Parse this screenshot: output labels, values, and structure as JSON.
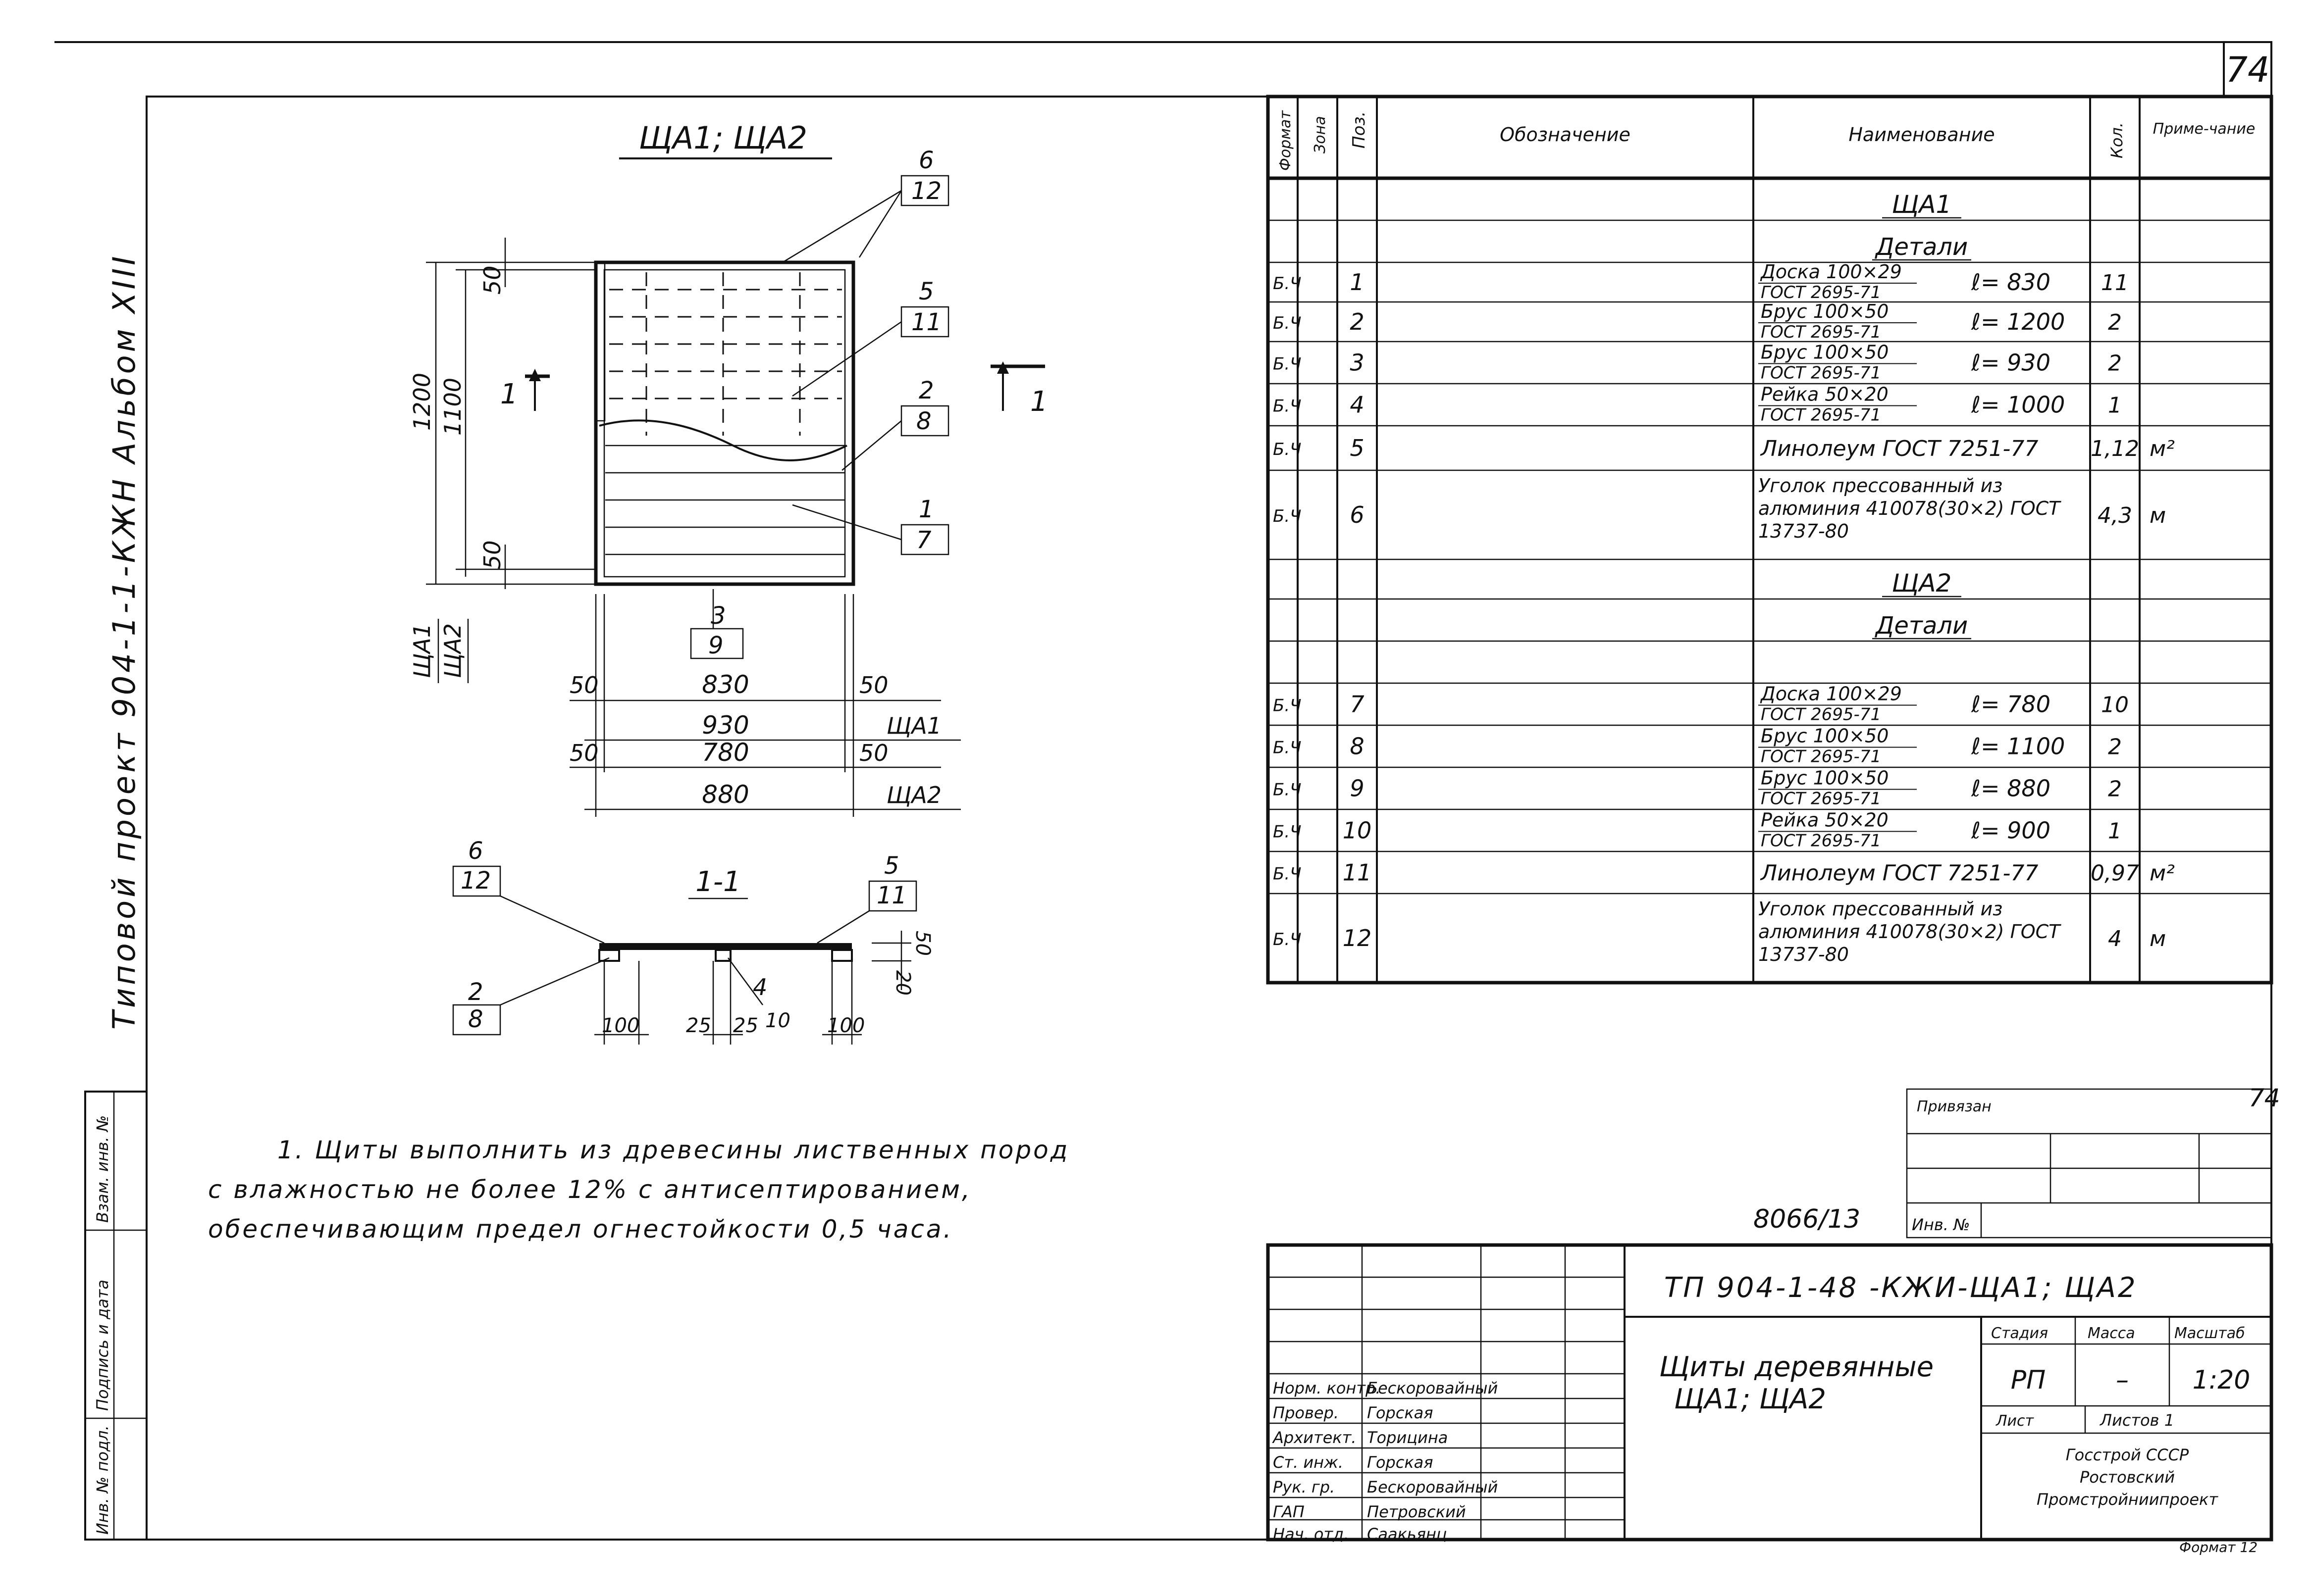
{
  "sheet_number": "74",
  "side_title": "Типовой проект 904-1-1-КЖН Альбом XIII",
  "drawing": {
    "plan_title": "ЩА1; ЩА2",
    "section_title": "1-1",
    "section_mark": "1",
    "callouts": [
      {
        "pos": "6",
        "ref": "12"
      },
      {
        "pos": "5",
        "ref": "11"
      },
      {
        "pos": "2",
        "ref": "8"
      },
      {
        "pos": "1",
        "ref": "7"
      },
      {
        "pos": "3",
        "ref": "9"
      }
    ],
    "dims": {
      "h_total": "1200",
      "h_inner": "1100",
      "h_top": "50",
      "h_bottom": "50",
      "w_830": "830",
      "w_930": "930",
      "w_780": "780",
      "w_880": "880",
      "side_50": "50",
      "sec_100": "100",
      "sec_25": "25",
      "sec_10": "10",
      "sec_20": "20",
      "sec_50": "50",
      "sec_4": "4"
    },
    "row_labels": {
      "a1": "ЩА1",
      "a2": "ЩА2"
    }
  },
  "notes": [
    "1. Щиты выполнить из древесины лиственных пород",
    "с влажностью не более 12% с антисептированием,",
    "обеспечивающим предел огнестойкости 0,5 часа."
  ],
  "spec": {
    "headers": {
      "format": "Формат",
      "zone": "Зона",
      "pos": "Поз.",
      "designation": "Обозначение",
      "name": "Наименование",
      "qty": "Кол.",
      "note": "Приме-чание"
    },
    "group1_title": "ЩА1",
    "group1_sub": "Детали",
    "group2_title": "ЩА2",
    "group2_sub": "Детали",
    "rows1": [
      {
        "fmt": "Б.Ч",
        "pos": "1",
        "name": "Доска 100×29",
        "gost": "ГОСТ 2695-71",
        "len": "ℓ= 830",
        "qty": "11",
        "note": ""
      },
      {
        "fmt": "Б.Ч",
        "pos": "2",
        "name": "Брус 100×50",
        "gost": "ГОСТ 2695-71",
        "len": "ℓ= 1200",
        "qty": "2",
        "note": ""
      },
      {
        "fmt": "Б.Ч",
        "pos": "3",
        "name": "Брус 100×50",
        "gost": "ГОСТ 2695-71",
        "len": "ℓ= 930",
        "qty": "2",
        "note": ""
      },
      {
        "fmt": "Б.Ч",
        "pos": "4",
        "name": "Рейка 50×20",
        "gost": "ГОСТ 2695-71",
        "len": "ℓ= 1000",
        "qty": "1",
        "note": ""
      },
      {
        "fmt": "Б.Ч",
        "pos": "5",
        "name": "Линолеум ГОСТ 7251-77",
        "gost": "",
        "len": "",
        "qty": "1,12",
        "note": "м²"
      },
      {
        "fmt": "Б.Ч",
        "pos": "6",
        "name": "Уголок прессованный из алюминия 410078(30×2) ГОСТ 13737-80",
        "gost": "",
        "len": "",
        "qty": "4,3",
        "note": "м"
      }
    ],
    "rows2": [
      {
        "fmt": "Б.Ч",
        "pos": "7",
        "name": "Доска 100×29",
        "gost": "ГОСТ 2695-71",
        "len": "ℓ= 780",
        "qty": "10",
        "note": ""
      },
      {
        "fmt": "Б.Ч",
        "pos": "8",
        "name": "Брус 100×50",
        "gost": "ГОСТ 2695-71",
        "len": "ℓ= 1100",
        "qty": "2",
        "note": ""
      },
      {
        "fmt": "Б.Ч",
        "pos": "9",
        "name": "Брус 100×50",
        "gost": "ГОСТ 2695-71",
        "len": "ℓ= 880",
        "qty": "2",
        "note": ""
      },
      {
        "fmt": "Б.Ч",
        "pos": "10",
        "name": "Рейка 50×20",
        "gost": "ГОСТ 2695-71",
        "len": "ℓ= 900",
        "qty": "1",
        "note": ""
      },
      {
        "fmt": "Б.Ч",
        "pos": "11",
        "name": "Линолеум ГОСТ 7251-77",
        "gost": "",
        "len": "",
        "qty": "0,97",
        "note": "м²"
      },
      {
        "fmt": "Б.Ч",
        "pos": "12",
        "name": "Уголок прессованный из алюминия 410078(30×2) ГОСТ 13737-80",
        "gost": "",
        "len": "",
        "qty": "4",
        "note": "м"
      }
    ]
  },
  "binding": {
    "label": "Привязан",
    "sheet_mark": "74",
    "inv_label": "Инв. №",
    "inv_number": "8066/13"
  },
  "side_stamp": [
    "Инв. № подл.",
    "Подпись и дата",
    "Взам. инв. №"
  ],
  "title_block": {
    "code": "ТП 904-1-48 -КЖИ-ЩА1; ЩА2",
    "title_line1": "Щиты деревянные",
    "title_line2": "ЩА1; ЩА2",
    "stage_label": "Стадия",
    "mass_label": "Масса",
    "scale_label": "Масштаб",
    "stage": "РП",
    "mass": "–",
    "scale": "1:20",
    "sheet_label": "Лист",
    "sheets_label": "Листов 1",
    "org_line1": "Госстрой СССР",
    "org_line2": "Ростовский",
    "org_line3": "Промстройниипроект",
    "format": "Формат 12",
    "roles": [
      {
        "role": "Норм. контр.",
        "name": "Бескоровайный"
      },
      {
        "role": "Провер.",
        "name": "Горская"
      },
      {
        "role": "Архитект.",
        "name": "Торицина"
      },
      {
        "role": "Ст. инж.",
        "name": "Горская"
      },
      {
        "role": "Рук. гр.",
        "name": "Бескоровайный"
      },
      {
        "role": "ГАП",
        "name": "Петровский"
      },
      {
        "role": "Нач. отд.",
        "name": "Саакьянц"
      }
    ]
  }
}
